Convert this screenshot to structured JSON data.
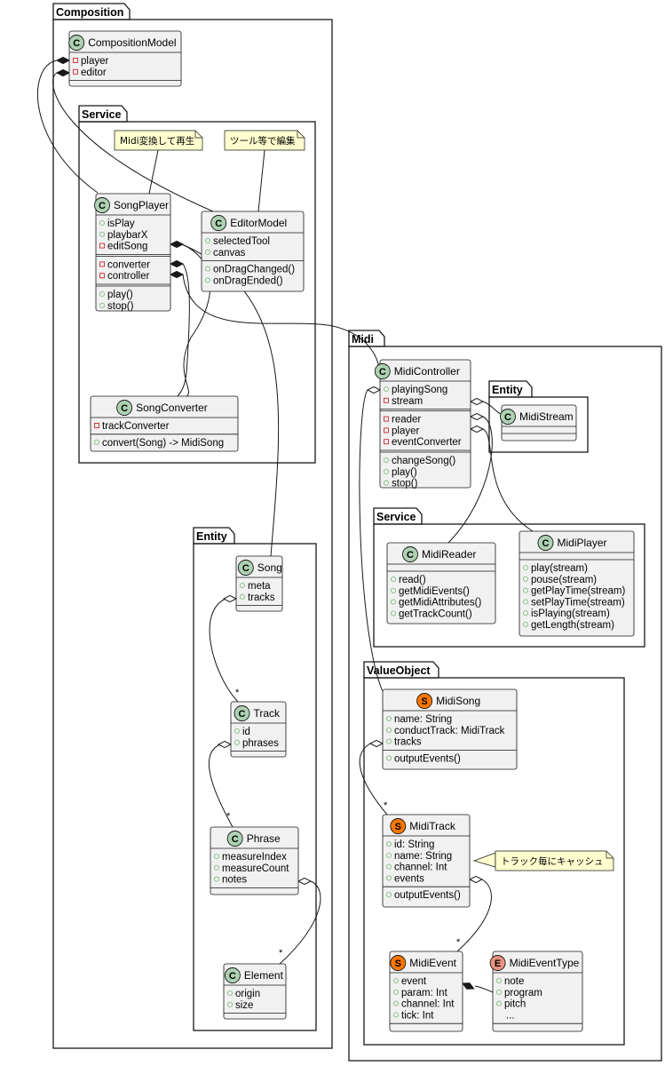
{
  "packages": {
    "composition": "Composition",
    "composition_service": "Service",
    "composition_entity": "Entity",
    "midi": "Midi",
    "midi_entity": "Entity",
    "midi_service": "Service",
    "midi_value_object": "ValueObject"
  },
  "colors": {
    "class_fill": "#f1f1f1",
    "class_badge": "#add1b2",
    "struct_badge": "#ff7700",
    "enum_badge": "#eb937f",
    "note_fill": "#fefece",
    "public_visibility": "#84be84",
    "private_visibility": "#c82930"
  },
  "notes": {
    "midi_convert": "Midi変換して再生",
    "tool_edit": "ツール等で編集",
    "track_cache": "トラック毎にキャッシュ"
  },
  "multiplicities": {
    "many": "*"
  },
  "classes": {
    "composition_model": {
      "name": "CompositionModel",
      "badge": "C",
      "fields": [
        {
          "vis": "-",
          "text": "player"
        },
        {
          "vis": "-",
          "text": "editor"
        }
      ],
      "methods": []
    },
    "song_player": {
      "name": "SongPlayer",
      "badge": "C",
      "fields": [
        {
          "vis": "+",
          "text": "isPlay"
        },
        {
          "vis": "+",
          "text": "playbarX"
        },
        {
          "vis": "-",
          "text": "editSong"
        }
      ],
      "fields2": [
        {
          "vis": "-",
          "text": "converter"
        },
        {
          "vis": "-",
          "text": "controller"
        }
      ],
      "methods": [
        {
          "vis": "+",
          "text": "play()"
        },
        {
          "vis": "+",
          "text": "stop()"
        }
      ]
    },
    "editor_model": {
      "name": "EditorModel",
      "badge": "C",
      "fields": [
        {
          "vis": "+",
          "text": "selectedTool"
        },
        {
          "vis": "+",
          "text": "canvas"
        }
      ],
      "methods": [
        {
          "vis": "+",
          "text": "onDragChanged()"
        },
        {
          "vis": "+",
          "text": "onDragEnded()"
        }
      ]
    },
    "song_converter": {
      "name": "SongConverter",
      "badge": "C",
      "fields": [
        {
          "vis": "-",
          "text": "trackConverter"
        }
      ],
      "methods": [
        {
          "vis": "+",
          "text": "convert(Song) -> MidiSong"
        }
      ]
    },
    "song": {
      "name": "Song",
      "badge": "C",
      "fields": [
        {
          "vis": "+",
          "text": "meta"
        },
        {
          "vis": "+",
          "text": "tracks"
        }
      ],
      "methods": []
    },
    "track": {
      "name": "Track",
      "badge": "C",
      "fields": [
        {
          "vis": "+",
          "text": "id"
        },
        {
          "vis": "+",
          "text": "phrases"
        }
      ],
      "methods": []
    },
    "phrase": {
      "name": "Phrase",
      "badge": "C",
      "fields": [
        {
          "vis": "+",
          "text": "measureIndex"
        },
        {
          "vis": "+",
          "text": "measureCount"
        },
        {
          "vis": "+",
          "text": "notes"
        }
      ],
      "methods": []
    },
    "element": {
      "name": "Element",
      "badge": "C",
      "fields": [
        {
          "vis": "+",
          "text": "origin"
        },
        {
          "vis": "+",
          "text": "size"
        }
      ],
      "methods": []
    },
    "midi_controller": {
      "name": "MidiController",
      "badge": "C",
      "fields": [
        {
          "vis": "+",
          "text": "playingSong"
        },
        {
          "vis": "-",
          "text": "stream"
        }
      ],
      "fields2": [
        {
          "vis": "-",
          "text": "reader"
        },
        {
          "vis": "-",
          "text": "player"
        },
        {
          "vis": "-",
          "text": "eventConverter"
        }
      ],
      "methods": [
        {
          "vis": "+",
          "text": "changeSong()"
        },
        {
          "vis": "+",
          "text": "play()"
        },
        {
          "vis": "+",
          "text": "stop()"
        }
      ]
    },
    "midi_stream": {
      "name": "MidiStream",
      "badge": "C",
      "fields": [],
      "methods": []
    },
    "midi_reader": {
      "name": "MidiReader",
      "badge": "C",
      "fields": [],
      "methods": [
        {
          "vis": "+",
          "text": "read()"
        },
        {
          "vis": "+",
          "text": "getMidiEvents()"
        },
        {
          "vis": "+",
          "text": "getMidiAttributes()"
        },
        {
          "vis": "+",
          "text": "getTrackCount()"
        }
      ]
    },
    "midi_player": {
      "name": "MidiPlayer",
      "badge": "C",
      "fields": [],
      "methods": [
        {
          "vis": "+",
          "text": "play(stream)"
        },
        {
          "vis": "+",
          "text": "pouse(stream)"
        },
        {
          "vis": "+",
          "text": "getPlayTime(stream)"
        },
        {
          "vis": "+",
          "text": "setPlayTime(stream)"
        },
        {
          "vis": "+",
          "text": "isPlaying(stream)"
        },
        {
          "vis": "+",
          "text": "getLength(stream)"
        }
      ]
    },
    "midi_song": {
      "name": "MidiSong",
      "badge": "S",
      "fields": [
        {
          "vis": "+",
          "text": "name: String"
        },
        {
          "vis": "+",
          "text": "conductTrack: MidiTrack"
        },
        {
          "vis": "+",
          "text": "tracks"
        }
      ],
      "methods": [
        {
          "vis": "+",
          "text": "outputEvents()"
        }
      ]
    },
    "midi_track": {
      "name": "MidiTrack",
      "badge": "S",
      "fields": [
        {
          "vis": "+",
          "text": "id: String"
        },
        {
          "vis": "+",
          "text": "name: String"
        },
        {
          "vis": "+",
          "text": "channel: Int"
        },
        {
          "vis": "+",
          "text": "events"
        }
      ],
      "methods": [
        {
          "vis": "+",
          "text": "outputEvents()"
        }
      ]
    },
    "midi_event": {
      "name": "MidiEvent",
      "badge": "S",
      "fields": [
        {
          "vis": "+",
          "text": "event"
        },
        {
          "vis": "+",
          "text": "param: Int"
        },
        {
          "vis": "+",
          "text": "channel: Int"
        },
        {
          "vis": "+",
          "text": "tick: Int"
        }
      ],
      "methods": []
    },
    "midi_event_type": {
      "name": "MidiEventType",
      "badge": "E",
      "fields": [
        {
          "vis": "+",
          "text": "note"
        },
        {
          "vis": "+",
          "text": "program"
        },
        {
          "vis": "+",
          "text": "pitch"
        }
      ],
      "extra": "...",
      "methods": []
    }
  }
}
